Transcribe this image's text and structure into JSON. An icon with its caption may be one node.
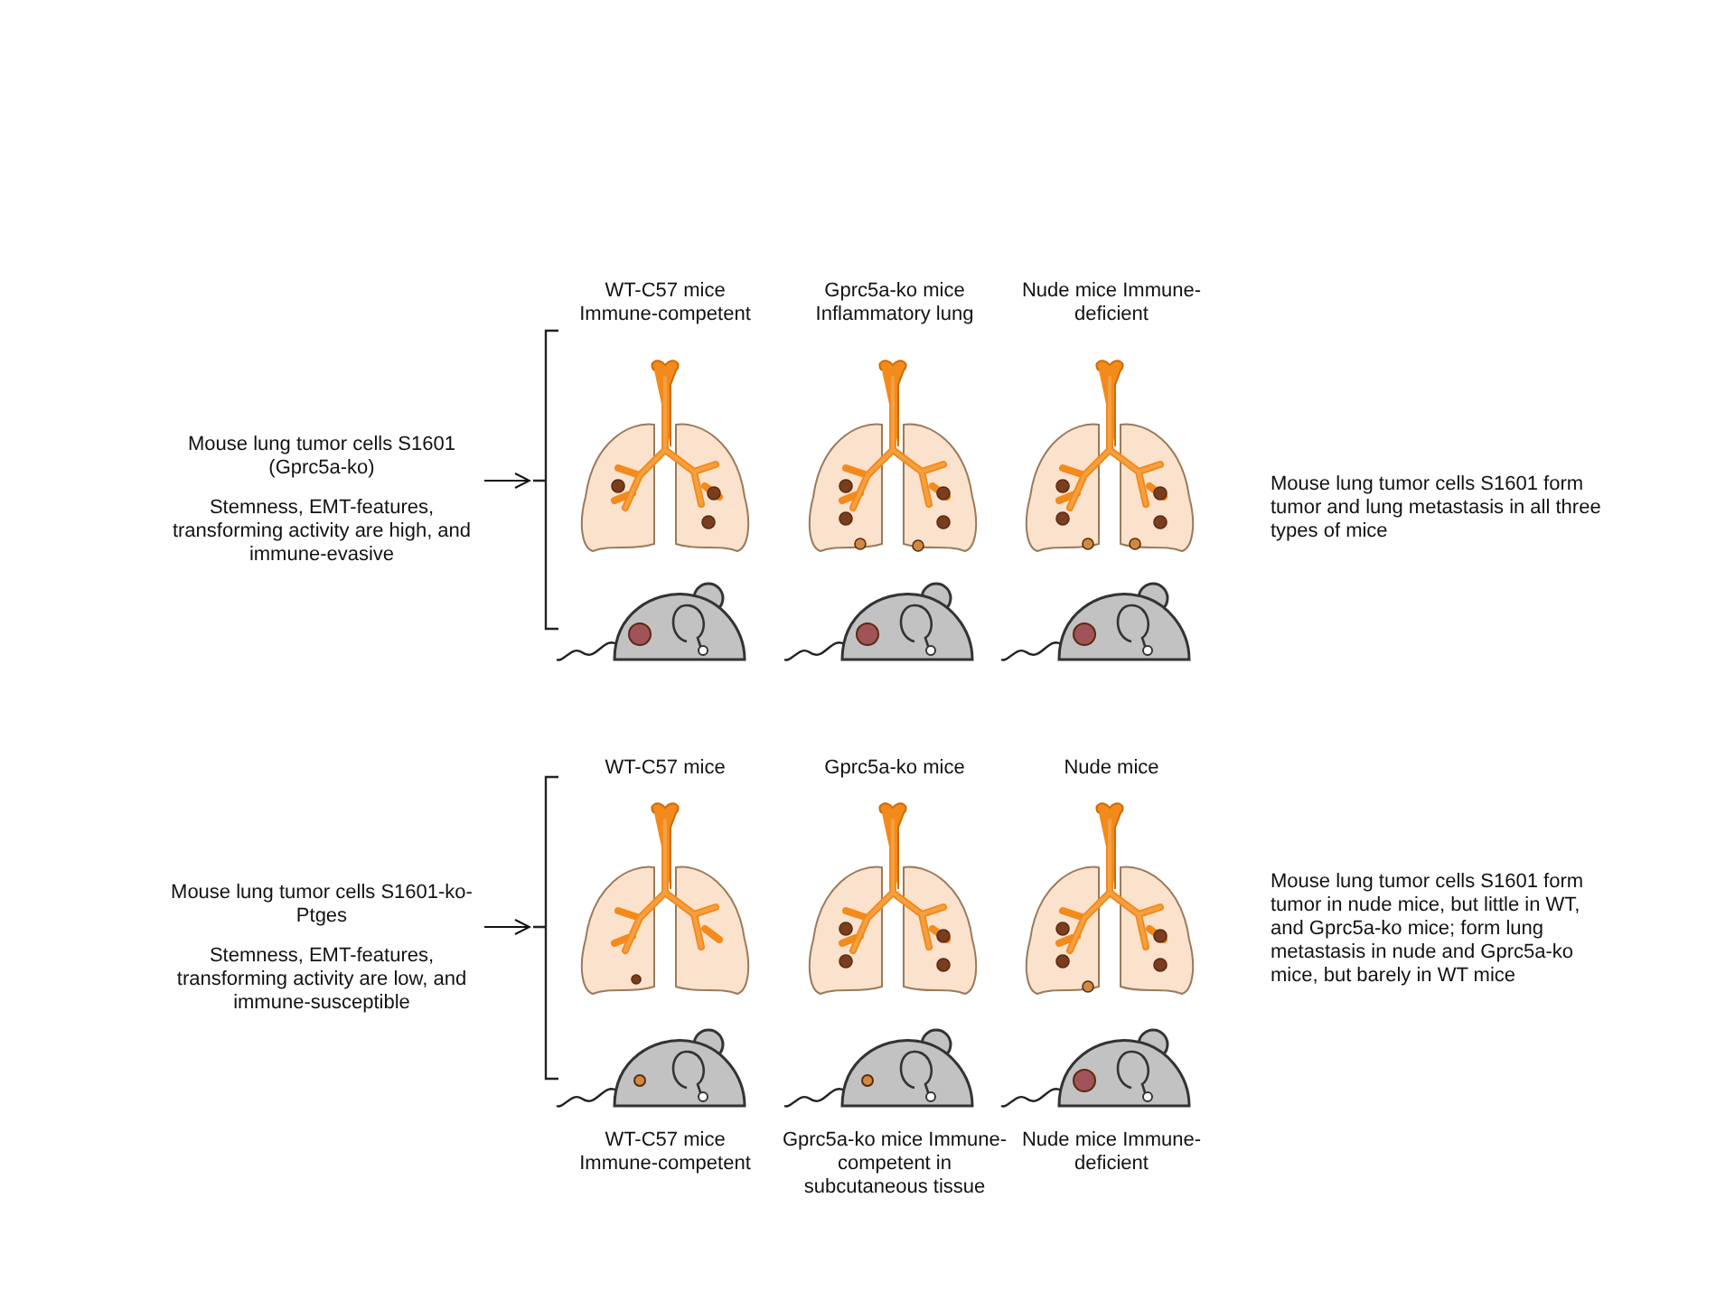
{
  "diagram": {
    "nodes": [
      {
        "text": [
          "Mouse lung tumor cells S1601 (Gprc5a-ko)",
          "Stemness, EMT-features, transforming activity are high, and immune-evasive"
        ]
      },
      {
        "text": [],
        "shape": "bracket"
      },
      {
        "text": [
          "Mouse lung tumor cells S1601-ko-Ptges",
          "Stemness, EMT-features, transforming activity are low, and immune-susceptible"
        ]
      },
      {
        "text": [],
        "shape": "bracket"
      }
    ],
    "edges": [
      {
        "from": 0,
        "to": 1,
        "arrow": "to"
      },
      {
        "from": 2,
        "to": 3,
        "arrow": "to"
      }
    ],
    "labels": [
      "WT-C57 mice Immune-competent",
      "Gprc5a-ko mice Inflammatory lung",
      "Nude mice Immune-deficient",
      "Mouse lung tumor cells S1601 form tumor and lung metastasis in all three types of mice",
      "WT-C57 mice",
      "Gprc5a-ko mice",
      "Nude mice",
      "Mouse lung tumor cells S1601 form tumor in nude mice, but little in WT, and Gprc5a-ko mice; form lung metastasis in nude and Gprc5a-ko mice, but barely in WT mice",
      "WT-C57 mice Immune-competent",
      "Gprc5a-ko mice Immune-competent in subcutaneous tissue",
      "Nude mice Immune-deficient"
    ]
  }
}
